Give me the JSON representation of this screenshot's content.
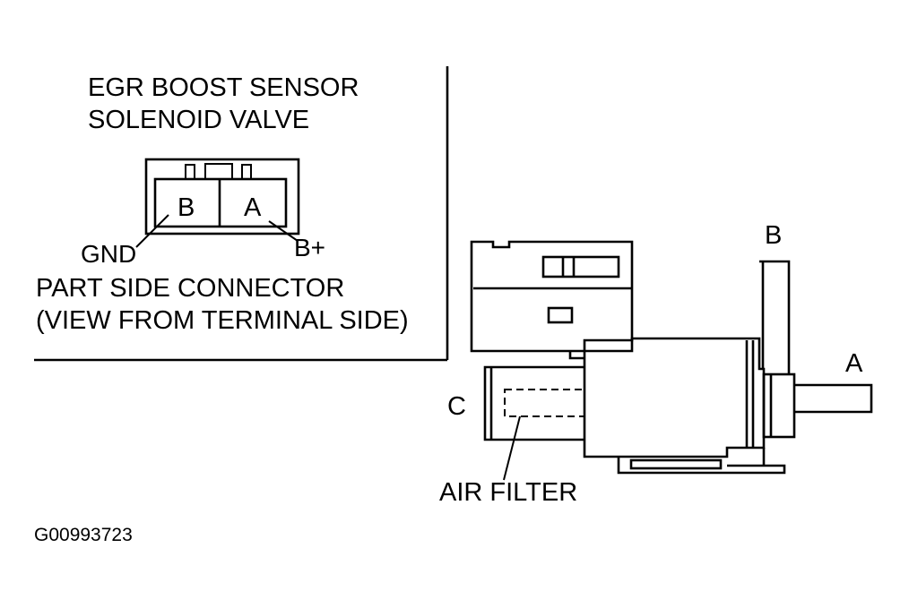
{
  "inset": {
    "title_line1": "EGR BOOST SENSOR",
    "title_line2": "SOLENOID VALVE",
    "terminal_b": "B",
    "terminal_a": "A",
    "gnd_label": "GND",
    "bplus_label": "B+",
    "caption_line1": "PART SIDE CONNECTOR",
    "caption_line2": "(VIEW FROM TERMINAL SIDE)"
  },
  "component": {
    "port_b": "B",
    "port_a": "A",
    "port_c": "C",
    "air_filter": "AIR FILTER"
  },
  "figure_id": "G00993723"
}
